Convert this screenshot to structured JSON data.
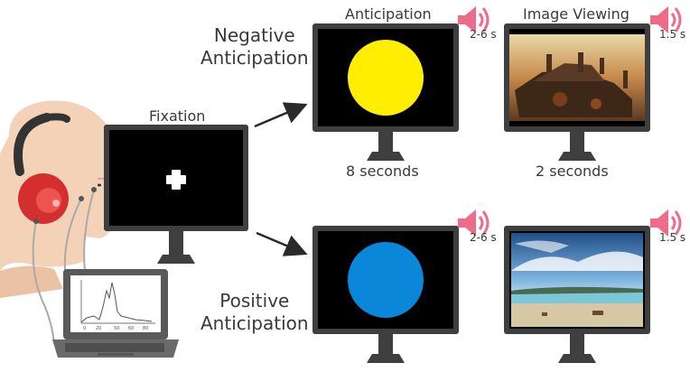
{
  "labels": {
    "fixation": "Fixation",
    "anticipation": "Anticipation",
    "image_viewing": "Image Viewing",
    "negative_line1": "Negative",
    "negative_line2": "Anticipation",
    "positive_line1": "Positive",
    "positive_line2": "Anticipation",
    "anticipation_duration": "8 seconds",
    "image_duration": "2 seconds",
    "sound_top_anticipation": "2-6 s",
    "sound_top_image": "1.5 s",
    "sound_bottom_anticipation": "2-6 s",
    "sound_bottom_image": "1.5 s"
  },
  "chart_axis_ticks": [
    "0",
    "20",
    "50",
    "60",
    "80"
  ],
  "colors": {
    "negative_circle": "#ffee00",
    "positive_circle": "#0a87d8",
    "speaker": "#f06a8a",
    "monitor_frame": "#3f3f3f",
    "screen": "#000000"
  },
  "icons": [
    "speaker-icon",
    "fixation-cross-icon",
    "headphones-icon",
    "laptop-icon",
    "arrow-icon"
  ]
}
